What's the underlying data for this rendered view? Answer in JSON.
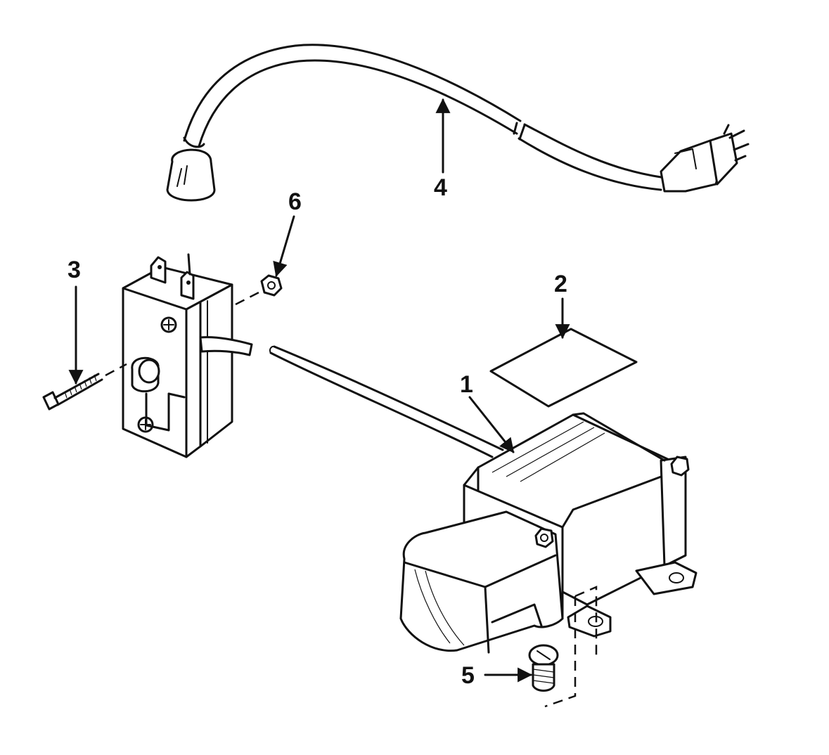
{
  "callouts": {
    "motor": "1",
    "label_plate": "2",
    "screw": "3",
    "cord": "4",
    "mount_screw": "5",
    "nut": "6"
  }
}
